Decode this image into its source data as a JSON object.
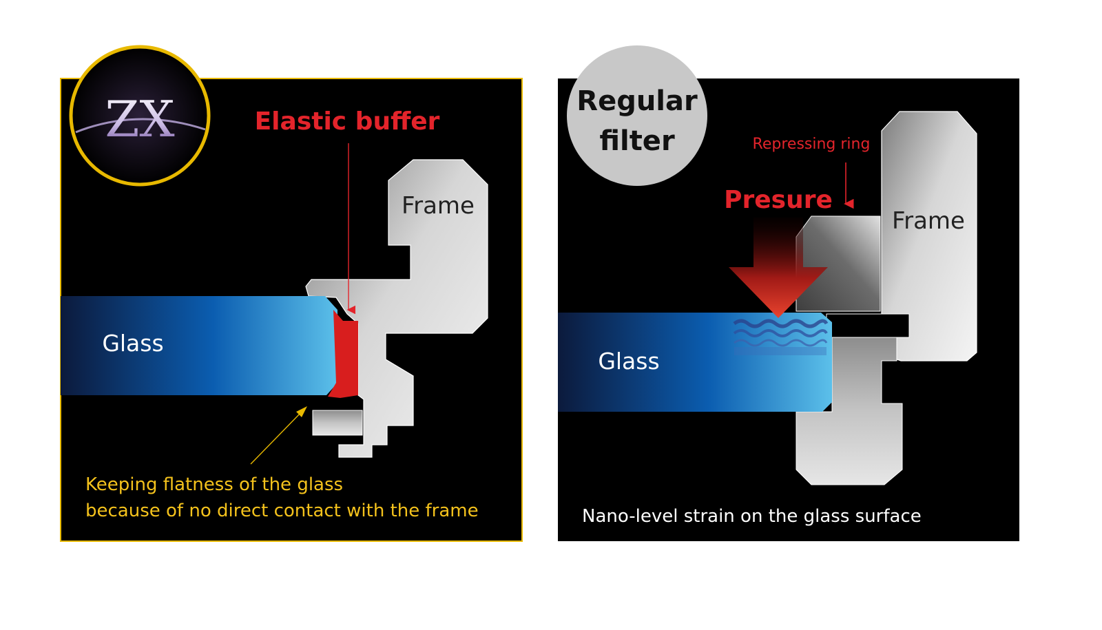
{
  "zx_panel": {
    "badge_text": "ZX",
    "callout_label": "Elastic buffer",
    "frame_label": "Frame",
    "glass_label": "Glass",
    "caption_line1": "Keeping flatness of the glass",
    "caption_line2": "because of no direct contact with the frame"
  },
  "regular_panel": {
    "badge_line1": "Regular",
    "badge_line2": "filter",
    "callout_small": "Repressing ring",
    "callout_large": "Presure",
    "frame_label": "Frame",
    "glass_label": "Glass",
    "caption": "Nano-level strain on the glass surface"
  },
  "colors": {
    "panel_bg": "#000000",
    "zx_border": "#e8b900",
    "zx_text_yellow": "#f4c21c",
    "callout_red": "#e3242b",
    "buffer_red": "#d81e1e",
    "badge_gray": "#c8c8c8"
  }
}
